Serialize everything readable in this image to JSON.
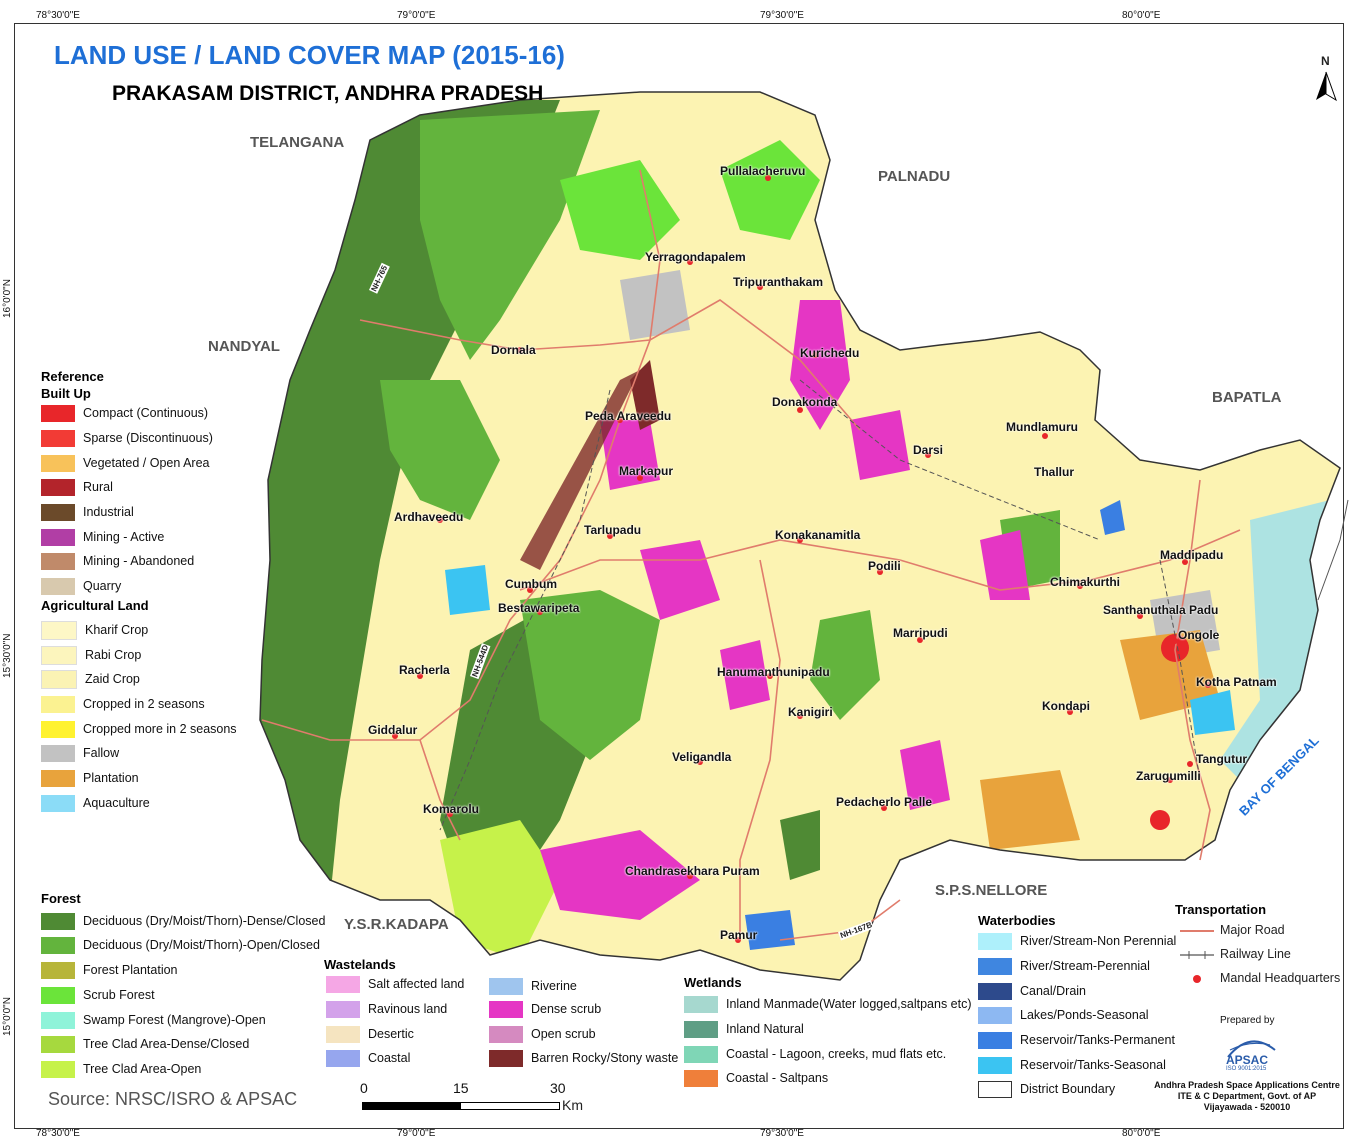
{
  "title": "LAND USE / LAND COVER MAP (2015-16)",
  "subtitle": "PRAKASAM DISTRICT, ANDHRA PRADESH",
  "north_label": "N",
  "coords": {
    "top": [
      "78°30'0\"E",
      "79°0'0\"E",
      "79°30'0\"E",
      "80°0'0\"E"
    ],
    "bottom": [
      "78°30'0\"E",
      "79°0'0\"E",
      "79°30'0\"E",
      "80°0'0\"E"
    ],
    "left": [
      "16°0'0\"N",
      "15°30'0\"N",
      "15°0'0\"N"
    ]
  },
  "neighbours": {
    "telangana": "TELANGANA",
    "palnadu": "PALNADU",
    "nandyal": "NANDYAL",
    "bapatla": "BAPATLA",
    "ysr_kadapa": "Y.S.R.KADAPA",
    "sps_nellore": "S.P.S.NELLORE"
  },
  "sea": "BAY OF BENGAL",
  "places": {
    "pullalacheruvu": "Pullalacheruvu",
    "yerragondapalem": "Yerragondapalem",
    "tripuranthakam": "Tripuranthakam",
    "dornala": "Dornala",
    "kurichedu": "Kurichedu",
    "donakonda": "Donakonda",
    "peda_araveedu": "Peda Araveedu",
    "darsi": "Darsi",
    "mundlamuru": "Mundlamuru",
    "thallur": "Thallur",
    "markapur": "Markapur",
    "ardhaveedu": "Ardhaveedu",
    "tarlupadu": "Tarlupadu",
    "konakanamitla": "Konakanamitla",
    "maddipadu": "Maddipadu",
    "podili": "Podili",
    "chimakurthi": "Chimakurthi",
    "cumbum": "Cumbum",
    "bestawaripeta": "Bestawaripeta",
    "santhanuthala_padu": "Santhanuthala Padu",
    "ongole": "Ongole",
    "marripudi": "Marripudi",
    "racherla": "Racherla",
    "hanumanthunipadu": "Hanumanthunipadu",
    "kotha_patnam": "Kotha Patnam",
    "kondapi": "Kondapi",
    "kanigiri": "Kanigiri",
    "giddalur": "Giddalur",
    "veligandla": "Veligandla",
    "tangutur": "Tangutur",
    "zarugumilli": "Zarugumilli",
    "komarolu": "Komarolu",
    "pedacherlo_palle": "Pedacherlo Palle",
    "chandrasekhara_puram": "Chandrasekhara Puram",
    "pamur": "Pamur"
  },
  "roads": {
    "nh765": "NH-765",
    "nh544d": "NH-544D",
    "nh167b": "NH-167B"
  },
  "legend": {
    "reference": "Reference",
    "built_up": {
      "heading": "Built Up",
      "items": [
        {
          "label": "Compact (Continuous)",
          "color": "#e8262a"
        },
        {
          "label": "Sparse (Discontinuous)",
          "color": "#f23b35"
        },
        {
          "label": "Vegetated / Open Area",
          "color": "#f8c25a"
        },
        {
          "label": "Rural",
          "color": "#b3242b"
        },
        {
          "label": "Industrial",
          "color": "#6b4a2a"
        },
        {
          "label": "Mining - Active",
          "color": "#b13ea5"
        },
        {
          "label": "Mining - Abandoned",
          "color": "#c08a6a"
        },
        {
          "label": "Quarry",
          "color": "#d8c9ae"
        }
      ]
    },
    "agricultural": {
      "heading": "Agricultural Land",
      "items": [
        {
          "label": "Kharif Crop",
          "color": "#fdf7c6"
        },
        {
          "label": "Rabi Crop",
          "color": "#fcf5bd"
        },
        {
          "label": "Zaid Crop",
          "color": "#fbf3b4"
        },
        {
          "label": "Cropped in 2 seasons",
          "color": "#fbf291"
        },
        {
          "label": "Cropped  more in 2 seasons",
          "color": "#fff230"
        },
        {
          "label": "Fallow",
          "color": "#c2c2c2"
        },
        {
          "label": "Plantation",
          "color": "#e8a33c"
        },
        {
          "label": "Aquaculture",
          "color": "#8bdcf7"
        }
      ]
    },
    "forest": {
      "heading": "Forest",
      "items": [
        {
          "label": "Deciduous (Dry/Moist/Thorn)-Dense/Closed",
          "color": "#4f8a34"
        },
        {
          "label": "Deciduous (Dry/Moist/Thorn)-Open/Closed",
          "color": "#63b43d"
        },
        {
          "label": "Forest Plantation",
          "color": "#b7b53a"
        },
        {
          "label": "Scrub Forest",
          "color": "#6be43a"
        },
        {
          "label": "Swamp Forest (Mangrove)-Open",
          "color": "#8ff3d9"
        },
        {
          "label": "Tree Clad Area-Dense/Closed",
          "color": "#a6d93e"
        },
        {
          "label": "Tree Clad Area-Open",
          "color": "#c6f24a"
        }
      ]
    },
    "wastelands": {
      "heading": "Wastelands",
      "col1": [
        {
          "label": "Salt affected land",
          "color": "#f5a7e5"
        },
        {
          "label": "Ravinous land",
          "color": "#d3a2ea"
        },
        {
          "label": "Desertic",
          "color": "#f5e4c0"
        },
        {
          "label": "Coastal",
          "color": "#96a6ee"
        }
      ],
      "col2": [
        {
          "label": "Riverine",
          "color": "#9fc5ee"
        },
        {
          "label": "Dense scrub",
          "color": "#e536c4"
        },
        {
          "label": "Open scrub",
          "color": "#d58ac0"
        },
        {
          "label": "Barren Rocky/Stony waste",
          "color": "#7e2a2a"
        }
      ]
    },
    "wetlands": {
      "heading": "Wetlands",
      "items": [
        {
          "label": "Inland Manmade(Water logged,saltpans etc)",
          "color": "#a6d8cf"
        },
        {
          "label": "Inland Natural",
          "color": "#5f9e85"
        },
        {
          "label": "Coastal - Lagoon, creeks, mud flats etc.",
          "color": "#7fd6b6"
        },
        {
          "label": "Coastal - Saltpans",
          "color": "#ef7f3a"
        }
      ]
    },
    "waterbodies": {
      "heading": "Waterbodies",
      "items": [
        {
          "label": "River/Stream-Non Perennial",
          "color": "#aef0fb"
        },
        {
          "label": "River/Stream-Perennial",
          "color": "#3f86e0"
        },
        {
          "label": "Canal/Drain",
          "color": "#2d4a8c"
        },
        {
          "label": "Lakes/Ponds-Seasonal",
          "color": "#8db8f2"
        },
        {
          "label": "Reservoir/Tanks-Permanent",
          "color": "#3a7fe2"
        },
        {
          "label": "Reservoir/Tanks-Seasonal",
          "color": "#3bc4f2"
        },
        {
          "label": "District Boundary",
          "color": "#ffffff"
        }
      ]
    },
    "transportation": {
      "heading": "Transportation",
      "major_road": "Major Road",
      "railway_line": "Railway Line",
      "mandal_hq": "Mandal Headquarters"
    }
  },
  "source": "Source: NRSC/ISRO & APSAC",
  "scale": {
    "labels": [
      "0",
      "15",
      "30"
    ],
    "unit": "Km"
  },
  "prepared_by": "Prepared by",
  "apsac": {
    "logo_text": "APSAC",
    "iso": "ISO 9001:2015",
    "line1": "Andhra Pradesh Space Applications Centre",
    "line2": "ITE & C Department, Govt. of AP",
    "line3": "Vijayawada - 520010"
  }
}
